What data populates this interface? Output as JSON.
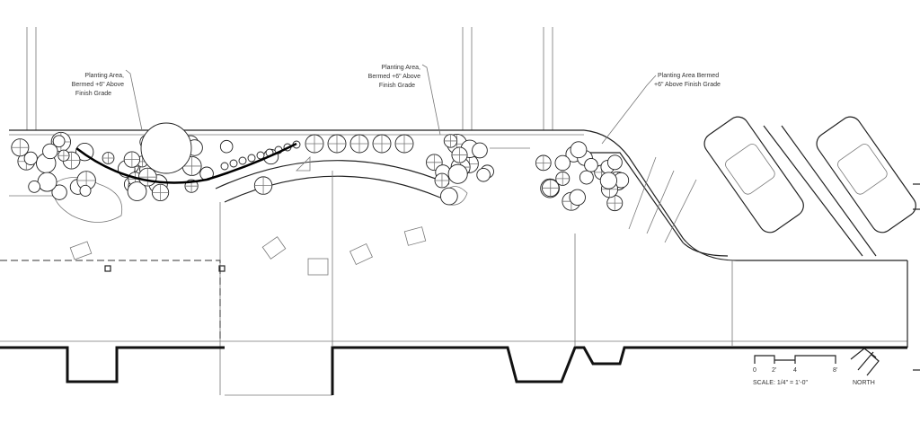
{
  "labels": {
    "planting_left": [
      "Planting Area,",
      "Bermed +6\" Above",
      "Finish Grade"
    ],
    "planting_center": [
      "Planting Area,",
      "Bermed +6\" Above",
      "Finish Grade"
    ],
    "planting_right": [
      "Planting Area Bermed",
      "+6\" Above Finish Grade"
    ]
  },
  "scale_bar": {
    "ticks": [
      "0",
      "2'",
      "4",
      "8'"
    ],
    "caption": "SCALE: 1/4\" = 1'-0\""
  },
  "north_arrow": {
    "label": "NORTH"
  }
}
